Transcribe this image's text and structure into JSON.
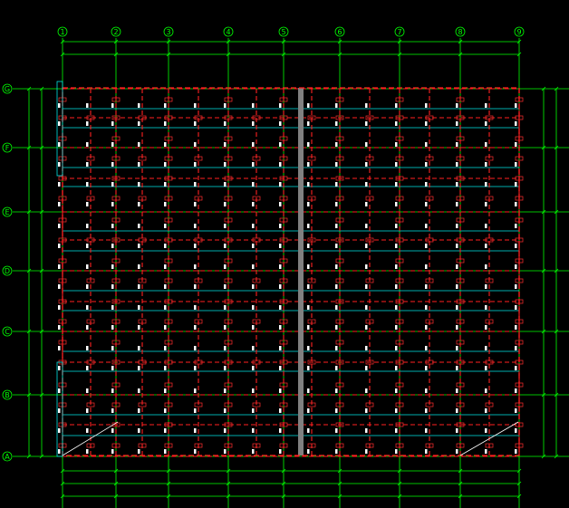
{
  "drawing": {
    "column_axes": [
      "1",
      "2",
      "3",
      "4",
      "5",
      "6",
      "7",
      "8",
      "9"
    ],
    "row_axes": [
      "G",
      "F",
      "E",
      "D",
      "C",
      "B",
      "A"
    ],
    "colors": {
      "background": "#000000",
      "axis": "#00ff00",
      "beam": "#ff2020",
      "purlin": "#00e5e5",
      "joint": "#ffffff",
      "joint_label": "#ff3030",
      "expansion_joint": "#808080",
      "dimension_text": "#ffffff"
    }
  }
}
